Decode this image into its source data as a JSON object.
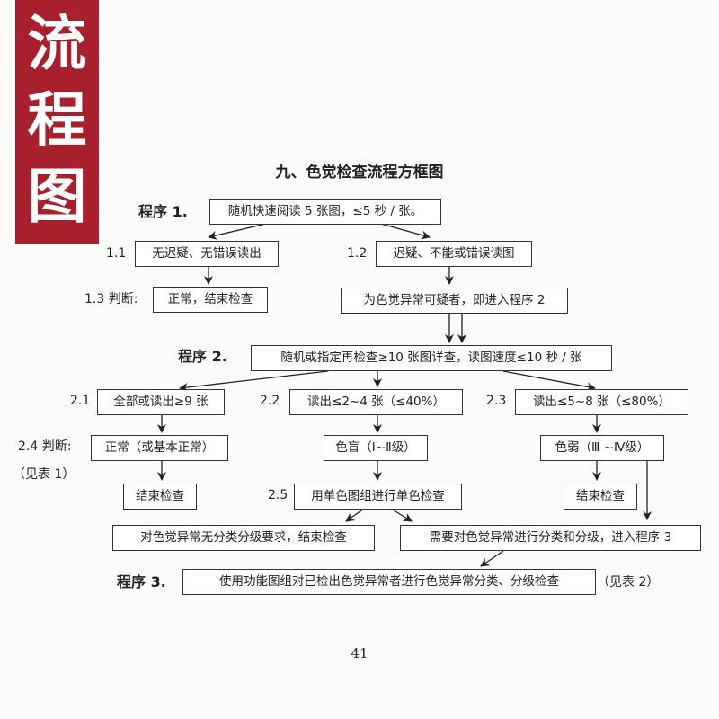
{
  "side_tag": [
    "流",
    "程",
    "图"
  ],
  "title": "九、色觉检查流程方框图",
  "stages": {
    "s1": "程序 1.",
    "s2": "程序 2.",
    "s3": "程序 3."
  },
  "boxes": {
    "b_start": "随机快速阅读 5 张图，≤5 秒 / 张。",
    "b_11": "无迟疑、无错误读出",
    "b_12": "迟疑、不能或错误读图",
    "b_13": "正常，结束检查",
    "b_suspect": "为色觉异常可疑者，即进入程序 2",
    "b_p2": "随机或指定再检查≥10 张图详查，读图速度≤10 秒 / 张",
    "b_21": "全部或读出≥9 张",
    "b_22": "读出≤2~4 张（≤40%）",
    "b_23": "读出≤5~8 张（≤80%）",
    "b_24": "正常（或基本正常）",
    "b_blind": "色盲（Ⅰ~Ⅱ级）",
    "b_weak": "色弱（Ⅲ ~Ⅳ级）",
    "b_end1": "结束检查",
    "b_single": "用单色图组进行单色检查",
    "b_end2": "结束检查",
    "b_noclass": "对色觉异常无分类分级要求，结束检查",
    "b_class": "需要对色觉异常进行分类和分级，进入程序 3",
    "b_p3": "使用功能图组对已检出色觉异常者进行色觉异常分类、分级检查"
  },
  "labels": {
    "l11": "1.1",
    "l12": "1.2",
    "l13": "1.3 判断:",
    "l21": "2.1",
    "l22": "2.2",
    "l23": "2.3",
    "l24": "2.4 判断:",
    "l25": "2.5",
    "ref1": "（见表 1）",
    "ref2": "（见表 2）"
  },
  "page_number": "41"
}
